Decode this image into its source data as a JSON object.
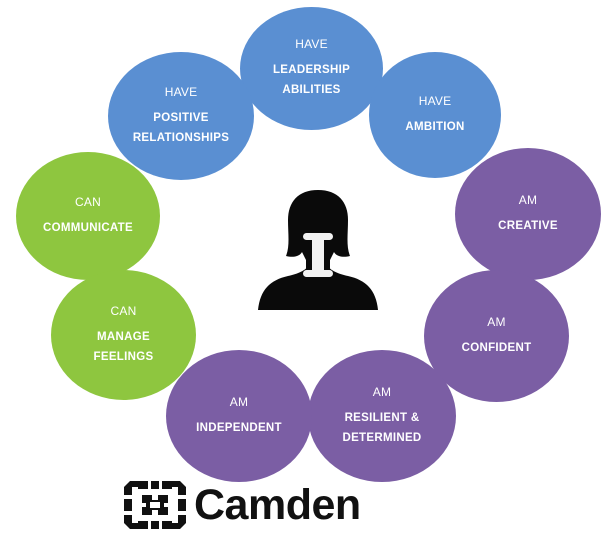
{
  "bubbles": {
    "leadership": {
      "top": "HAVE",
      "main": [
        "LEADERSHIP",
        "ABILITIES"
      ]
    },
    "positive": {
      "top": "HAVE",
      "main": [
        "POSITIVE",
        "RELATIONSHIPS"
      ]
    },
    "ambition": {
      "top": "HAVE",
      "main": [
        "AMBITION"
      ]
    },
    "creative": {
      "top": "AM",
      "main": [
        "CREATIVE"
      ]
    },
    "communicate": {
      "top": "CAN",
      "main": [
        "COMMUNICATE"
      ]
    },
    "manage": {
      "top": "CAN",
      "main": [
        "MANAGE",
        "FEELINGS"
      ]
    },
    "confident": {
      "top": "AM",
      "main": [
        "CONFIDENT"
      ]
    },
    "resilient": {
      "top": "AM",
      "main": [
        "RESILIENT &",
        "DETERMINED"
      ]
    },
    "independent": {
      "top": "AM",
      "main": [
        "INDEPENDENT"
      ]
    }
  },
  "center": {
    "letter": "I"
  },
  "logo": {
    "text": "Camden"
  },
  "colors": {
    "blue": "#5a8fd2",
    "purple": "#7b5ea4",
    "green": "#8ec63f",
    "silhouette": "#0a0a0a"
  }
}
